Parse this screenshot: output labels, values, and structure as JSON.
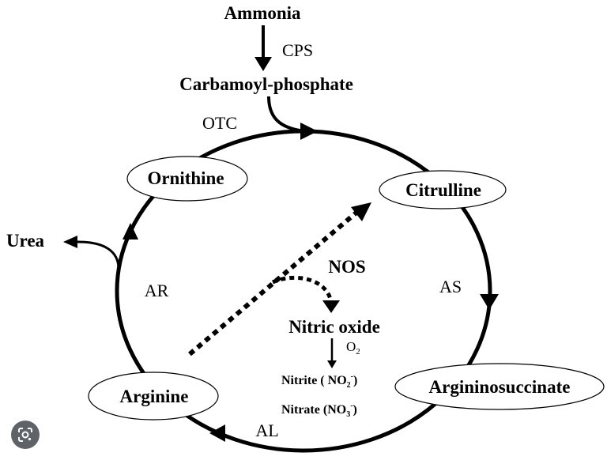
{
  "diagram": {
    "nodes": {
      "ammonia": "Ammonia",
      "carbamoyl_phosphate": "Carbamoyl-phosphate",
      "ornithine": "Ornithine",
      "citrulline": "Citrulline",
      "argininosuccinate": "Argininosuccinate",
      "arginine": "Arginine",
      "urea": "Urea",
      "nitric_oxide": "Nitric oxide"
    },
    "enzymes": {
      "cps": "CPS",
      "otc": "OTC",
      "as": "AS",
      "al": "AL",
      "ar": "AR",
      "nos": "NOS"
    },
    "products": {
      "o2_main": "O",
      "o2_sub": "2",
      "nitrite_pre": "Nitrite ( NO",
      "nitrite_sub": "2",
      "nitrite_sup": "-",
      "nitrite_post": ")",
      "nitrate_pre": "Nitrate (NO",
      "nitrate_sub": "3",
      "nitrate_sup": "-",
      "nitrate_post": ")"
    }
  },
  "overlay": {
    "lens_icon": "google-lens-icon"
  }
}
